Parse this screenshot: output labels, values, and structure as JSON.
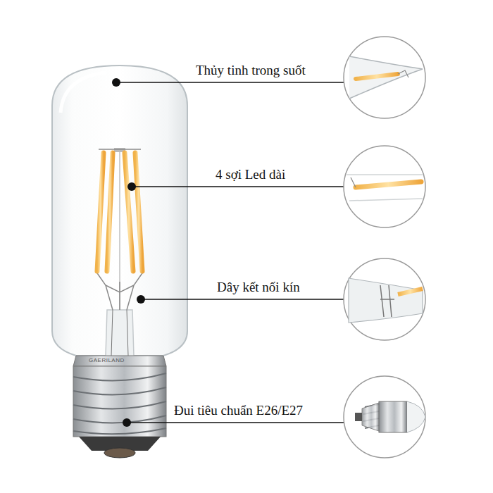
{
  "diagram": {
    "labels": [
      "Thủy tinh trong suốt",
      "4 sợi Led dài",
      "Dây kết nối kín",
      "Đui tiêu chuẩn E26/E27",
      "GAERILAND"
    ]
  }
}
